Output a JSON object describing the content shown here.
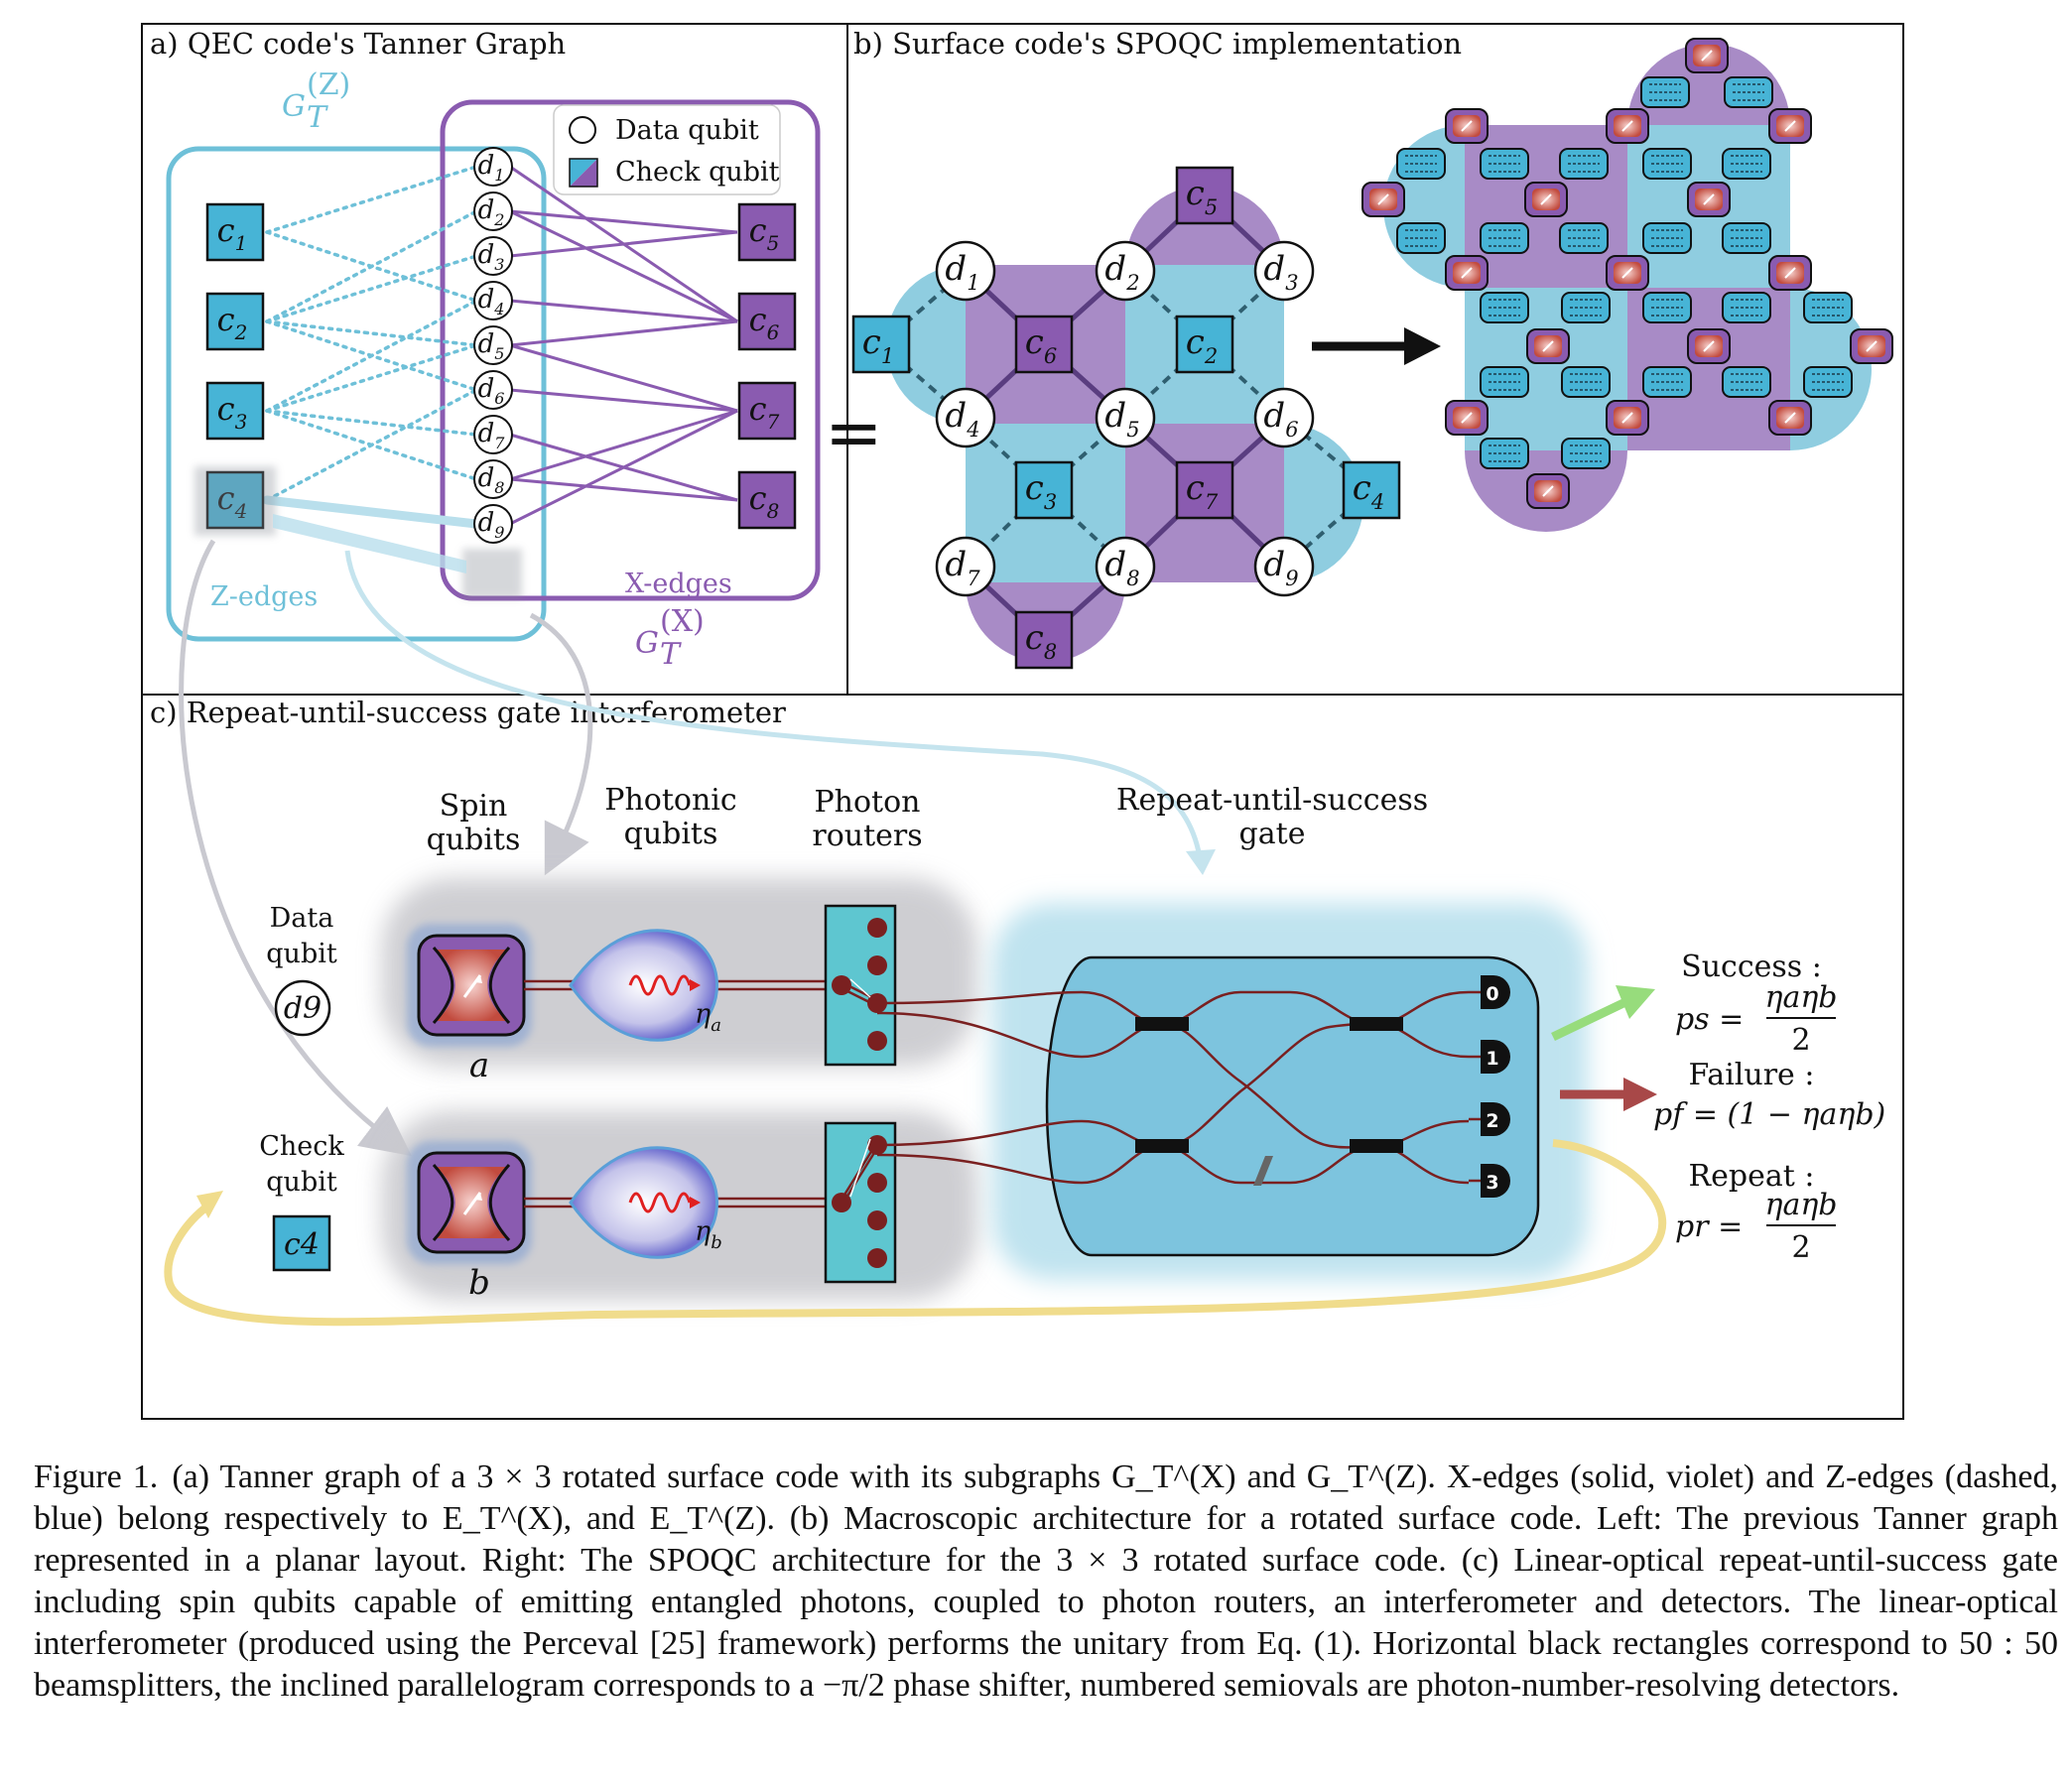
{
  "panels": {
    "a_title": "a) QEC code's Tanner Graph",
    "b_title": "b) Surface code's SPOQC implementation",
    "c_title": "c) Repeat-until-success gate interferometer"
  },
  "tanner": {
    "gz_label": "G",
    "gz_sub": "T",
    "gz_sup": "(Z)",
    "gx_label": "G",
    "gx_sub": "T",
    "gx_sup": "(X)",
    "legend_data": "Data qubit",
    "legend_check": "Check qubit",
    "z_edges": "Z-edges",
    "x_edges": "X-edges",
    "equals": "=",
    "z_checks": [
      "c1",
      "c2",
      "c3",
      "c4"
    ],
    "x_checks": [
      "c5",
      "c6",
      "c7",
      "c8"
    ],
    "data": [
      "d1",
      "d2",
      "d3",
      "d4",
      "d5",
      "d6",
      "d7",
      "d8",
      "d9"
    ]
  },
  "surface": {
    "data": [
      "d1",
      "d2",
      "d3",
      "d4",
      "d5",
      "d6",
      "d7",
      "d8",
      "d9"
    ],
    "checks": [
      "c1",
      "c2",
      "c3",
      "c4",
      "c5",
      "c6",
      "c7",
      "c8"
    ]
  },
  "rus": {
    "col_spin": [
      "Spin",
      "qubits"
    ],
    "col_photonic": [
      "Photonic",
      "qubits"
    ],
    "col_routers": [
      "Photon",
      "routers"
    ],
    "col_gate": [
      "Repeat-until-success",
      "gate"
    ],
    "data_qubit": [
      "Data",
      "qubit"
    ],
    "data_qubit_name": "d9",
    "check_qubit": [
      "Check",
      "qubit"
    ],
    "check_qubit_name": "c4",
    "spin_a": "a",
    "spin_b": "b",
    "eta_a": "ηa",
    "eta_b": "ηb",
    "detectors": [
      "0",
      "1",
      "2",
      "3"
    ],
    "success_label": "Success :",
    "success_eq_lhs": "ps =",
    "success_num": "ηaηb",
    "success_den": "2",
    "failure_label": "Failure :",
    "failure_eq": "pf = (1 − ηaηb)",
    "repeat_label": "Repeat :",
    "repeat_eq_lhs": "pr =",
    "repeat_num": "ηaηb",
    "repeat_den": "2"
  },
  "colors": {
    "blue": "#6ec0d8",
    "blue_fill": "#8fcde0",
    "purple": "#8a5bb0",
    "purple_fill": "#a88bc6",
    "check_blue": "#47b4d6",
    "check_purple": "#8a5bb0",
    "success_arrow": "#97dc7c",
    "failure_arrow": "#a84848",
    "repeat_arrow": "#f0dc8c"
  },
  "caption": {
    "figure_no": "Figure 1.",
    "text": "(a) Tanner graph of a 3 × 3 rotated surface code with its subgraphs G_T^(X) and G_T^(Z). X-edges (solid, violet) and Z-edges (dashed, blue) belong respectively to E_T^(X), and E_T^(Z). (b) Macroscopic architecture for a rotated surface code. Left: The previous Tanner graph represented in a planar layout. Right: The SPOQC architecture for the 3 × 3 rotated surface code. (c) Linear-optical repeat-until-success gate including spin qubits capable of emitting entangled photons, coupled to photon routers, an interferometer and detectors. The linear-optical interferometer (produced using the Perceval [25] framework) performs the unitary from Eq. (1). Horizontal black rectangles correspond to 50 : 50 beamsplitters, the inclined parallelogram corresponds to a −π/2 phase shifter, numbered semiovals are photon-number-resolving detectors."
  }
}
